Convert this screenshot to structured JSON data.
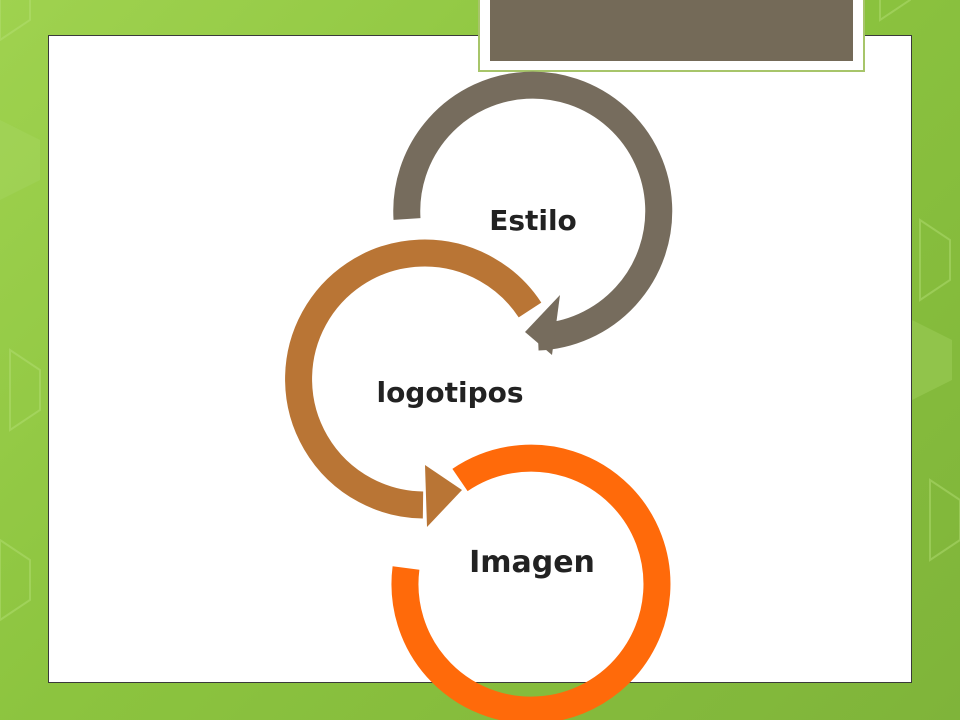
{
  "title_tab": {
    "color": "#746a58"
  },
  "diagram": {
    "type": "cycle",
    "steps": [
      {
        "label": "Estilo",
        "color": "#766c5d"
      },
      {
        "label": "logotipos",
        "color": "#b97535"
      },
      {
        "label": "Imagen",
        "color": "#ff6a0a"
      }
    ]
  },
  "background": {
    "accent": "#8cc43f"
  }
}
